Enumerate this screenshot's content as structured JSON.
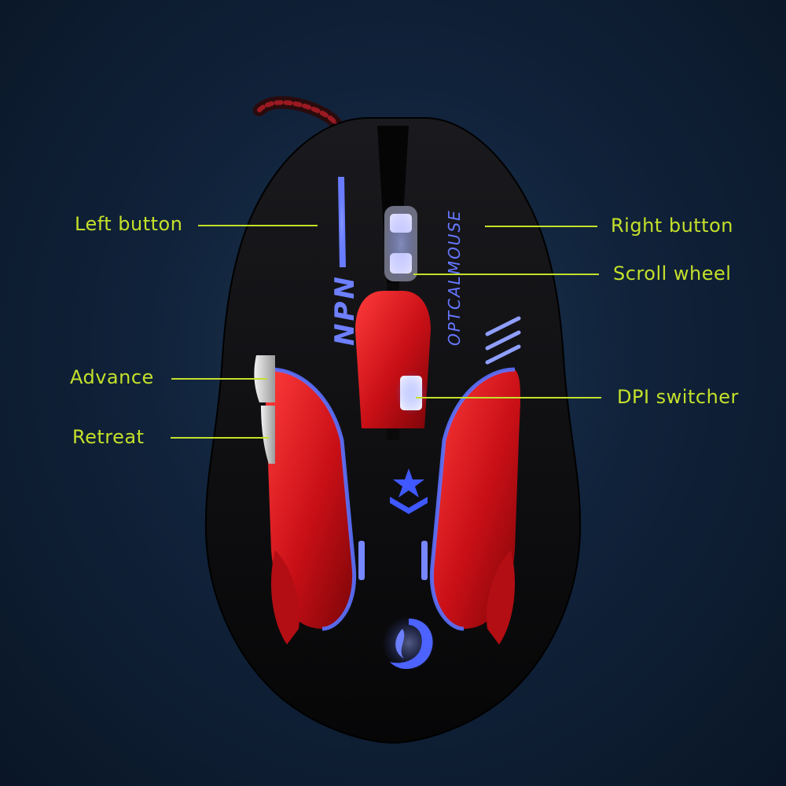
{
  "callouts": {
    "left_button": "Left button",
    "right_button": "Right button",
    "scroll_wheel": "Scroll wheel",
    "advance": "Advance",
    "retreat": "Retreat",
    "dpi_switcher": "DPI switcher"
  },
  "mouse": {
    "side_text": "OPTCALMOUSE",
    "logo_text": "NPN",
    "colors": {
      "shell": "#0e0e10",
      "accent": "#d8141a",
      "led": "#4a63ff",
      "label": "#c4e02a"
    }
  }
}
